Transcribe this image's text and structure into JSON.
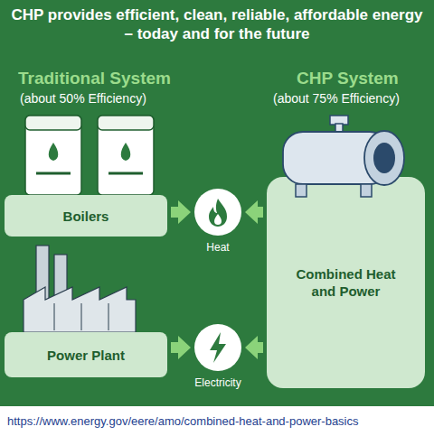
{
  "diagram": {
    "title": "CHP provides efficient, clean, reliable, affordable energy – today and for the future",
    "caption": "https://www.energy.gov/eere/amo/combined-heat-and-power-basics",
    "nodes": [
      {
        "text": [
          "Boilers"
        ]
      },
      {
        "text": [
          "Heat"
        ]
      },
      {
        "text": [
          "Combined Heat and Power"
        ]
      },
      {
        "text": [
          "Power Plant"
        ]
      },
      {
        "text": [
          "Electricity"
        ]
      }
    ],
    "edges": [
      {
        "from": 0,
        "to": 1,
        "arrow": "to"
      },
      {
        "from": 2,
        "to": 1,
        "arrow": "to"
      },
      {
        "from": 3,
        "to": 4,
        "arrow": "to"
      },
      {
        "from": 2,
        "to": 4,
        "arrow": "to"
      }
    ],
    "labels": [
      "Traditional System",
      "(about 50% Efficiency)",
      "CHP System",
      "(about 75% Efficiency)"
    ]
  }
}
